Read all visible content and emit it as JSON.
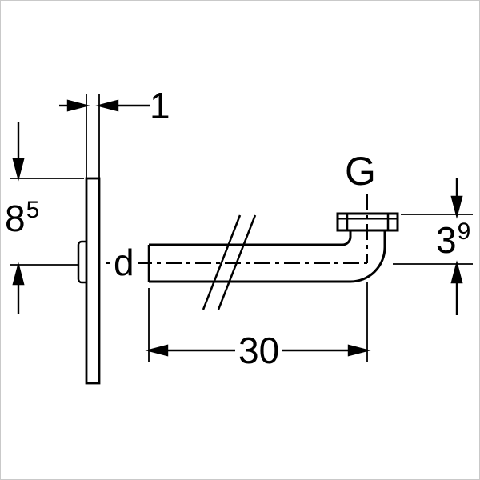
{
  "figure": {
    "type": "technical-dimension-drawing",
    "colors": {
      "line": "#000000",
      "background": "#ffffff",
      "border": "#c9c9c9"
    },
    "labels": {
      "plate_thickness": "1",
      "height": {
        "main": "8",
        "sup": "5"
      },
      "diameter": "d",
      "thread": "G",
      "offset": {
        "main": "3",
        "sup": "9"
      },
      "length": "30"
    }
  }
}
